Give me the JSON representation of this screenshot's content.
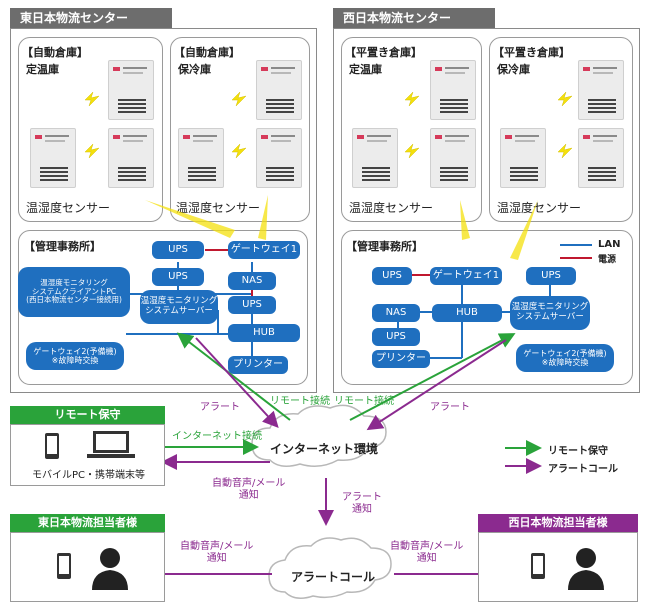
{
  "east": {
    "header": "東日本物流センター",
    "warehouses": [
      {
        "title": "【自動倉庫】",
        "subtitle": "定温庫",
        "sensor_label": "温湿度センサー"
      },
      {
        "title": "【自動倉庫】",
        "subtitle": "保冷庫",
        "sensor_label": "温湿度センサー"
      }
    ],
    "office": {
      "title": "【管理事務所】",
      "client_pc": "温湿度モニタリング\nシステムクライアントPC\n(西日本物流センター接続用)",
      "ups1": "UPS",
      "gateway1": "ゲートウェイ1",
      "ups2": "UPS",
      "nas": "NAS",
      "ups3": "UPS",
      "server": "温湿度モニタリング\nシステムサーバー",
      "hub": "HUB",
      "printer": "プリンター",
      "gateway2": "ゲートウェイ2(予備機)\n※故障時交換"
    }
  },
  "west": {
    "header": "西日本物流センター",
    "warehouses": [
      {
        "title": "【平置き倉庫】",
        "subtitle": "定温庫",
        "sensor_label": "温湿度センサー"
      },
      {
        "title": "【平置き倉庫】",
        "subtitle": "保冷庫",
        "sensor_label": "温湿度センサー"
      }
    ],
    "office": {
      "title": "【管理事務所】",
      "ups1": "UPS",
      "gateway1": "ゲートウェイ1",
      "ups_right": "UPS",
      "nas": "NAS",
      "hub": "HUB",
      "ups2": "UPS",
      "server": "温湿度モニタリング\nシステムサーバー",
      "printer": "プリンター",
      "gateway2": "ゲートウェイ2(予備機)\n※故障時交換"
    },
    "legend": {
      "lan": "LAN",
      "power": "電源"
    }
  },
  "remote": {
    "header": "リモート保守",
    "devices_label": "モバイルPC・携帯端末等"
  },
  "internet": "インターネット環境",
  "alert_call": "アラートコール",
  "east_person": {
    "header": "東日本物流担当者様"
  },
  "west_person": {
    "header": "西日本物流担当者様"
  },
  "labels": {
    "alert_left": "アラート",
    "remote_conn_left": "リモート接続",
    "remote_conn_right": "リモート接続",
    "alert_right": "アラート",
    "internet_conn": "インターネット接続",
    "auto_voice_1": "自動音声/メール\n通知",
    "alert_down": "アラート\n通知",
    "auto_voice_2": "自動音声/メール\n通知",
    "auto_voice_3": "自動音声/メール\n通知"
  },
  "legend_bottom": {
    "remote": "リモート保守",
    "alert": "アラートコール"
  },
  "colors": {
    "node_blue": "#1f6fbf",
    "lan": "#1f6fbf",
    "power": "#c0182f",
    "remote_green": "#2aa33a",
    "alert_purple": "#8b2a8f",
    "header_gray": "#6d6d6d",
    "bolt_yellow": "#f4e00c"
  }
}
